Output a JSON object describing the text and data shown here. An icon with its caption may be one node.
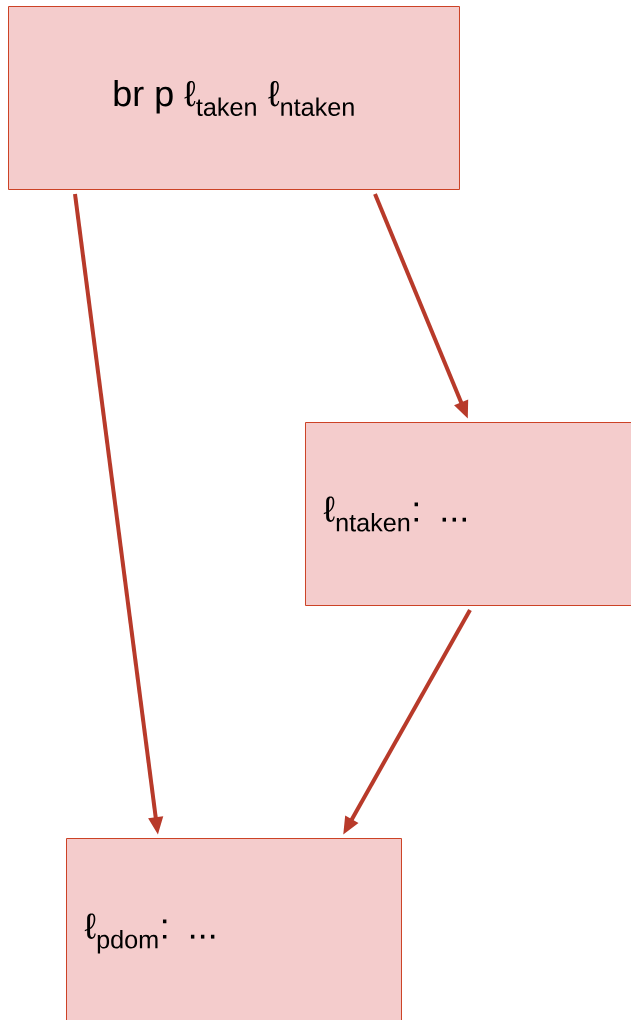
{
  "diagram": {
    "nodes": [
      {
        "text": [
          "br p ℓ$_{taken}$ ℓ$_{ntaken}$"
        ]
      },
      {
        "text": [
          "ℓ$_{ntaken}$: ..."
        ]
      },
      {
        "text": [
          "ℓ$_{pdom}$: ..."
        ]
      }
    ],
    "edges": [
      {
        "from": 0,
        "to": 2,
        "arrow": "to"
      },
      {
        "from": 0,
        "to": 1,
        "arrow": "to"
      },
      {
        "from": 1,
        "to": 2,
        "arrow": "to"
      }
    ]
  }
}
